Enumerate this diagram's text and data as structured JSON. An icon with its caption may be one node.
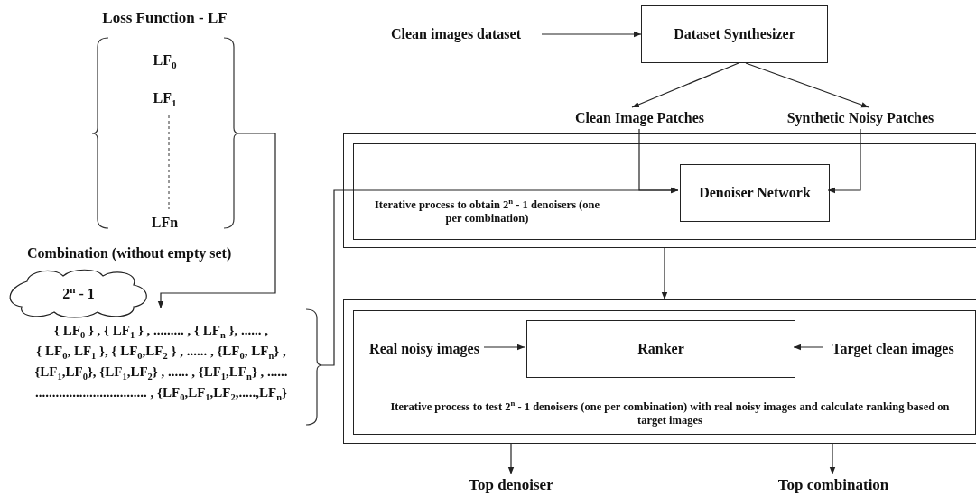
{
  "diagram": {
    "nodes": [
      {
        "text": [
          "Loss Function - LF",
          "LF$_{0}$",
          "LF$_{1}$",
          "LFn"
        ]
      },
      {
        "text": [
          "2$^{n}$ - 1"
        ]
      },
      {
        "text": [
          "{ LF$_{0}$ } , { LF$_{1}$ } , ......... , { LF$_{n}$ }, ......  ,",
          "{ LF$_{0}$, LF$_{1}$ }, { LF$_{0}$,LF$_{2}$ } , ...... , {LF$_{0}$, LF$_{n}$} ,",
          "{LF$_{1}$,LF$_{0}$}, {LF$_{1}$,LF$_{2}$} , ...... , {LF$_{1}$,LF$_{n}$} , ......",
          "................................. , {LF$_{0}$,LF$_{1}$,LF$_{2}$,.....,LF$_{n}$}"
        ]
      },
      {
        "text": [
          "Clean images dataset"
        ]
      },
      {
        "text": [
          "Dataset Synthesizer"
        ]
      },
      {
        "text": [
          "Clean Image Patches"
        ]
      },
      {
        "text": [
          "Synthetic Noisy Patches"
        ]
      },
      {
        "text": [],
        "shape": "box"
      },
      {
        "text": [
          "Iterative process to obtain 2$^{n}$ - 1 denoisers (one per combination)"
        ],
        "in": 7
      },
      {
        "text": [
          "Denoiser Network"
        ],
        "in": 8
      },
      {
        "text": [],
        "shape": "box"
      },
      {
        "text": [
          "Iterative process to test 2$^{n}$ - 1 denoisers (one per combination) with real noisy images and calculate ranking based on target images"
        ],
        "in": 10
      },
      {
        "text": [
          "Real noisy images"
        ],
        "in": 11
      },
      {
        "text": [
          "Ranker"
        ],
        "in": 11
      },
      {
        "text": [
          "Target clean images"
        ],
        "in": 11
      },
      {
        "text": [
          "Top denoiser"
        ]
      },
      {
        "text": [
          "Top combination"
        ]
      }
    ],
    "edges": [
      {
        "from": 0,
        "to": 2,
        "arrow": "to"
      },
      {
        "from": 2,
        "to": 9,
        "arrow": "to"
      },
      {
        "from": 3,
        "to": 4,
        "arrow": "to"
      },
      {
        "from": 4,
        "to": 5,
        "arrow": "to"
      },
      {
        "from": 4,
        "to": 6,
        "arrow": "to"
      },
      {
        "from": 5,
        "to": 9,
        "arrow": "to"
      },
      {
        "from": 6,
        "to": 9,
        "arrow": "to"
      },
      {
        "from": 7,
        "to": 10,
        "arrow": "to"
      },
      {
        "from": 12,
        "to": 13,
        "arrow": "to"
      },
      {
        "from": 14,
        "to": 13,
        "arrow": "to"
      },
      {
        "from": 10,
        "to": 15,
        "arrow": "to"
      },
      {
        "from": 10,
        "to": 16,
        "arrow": "to"
      }
    ],
    "labels": [
      "Combination (without empty set)"
    ]
  }
}
